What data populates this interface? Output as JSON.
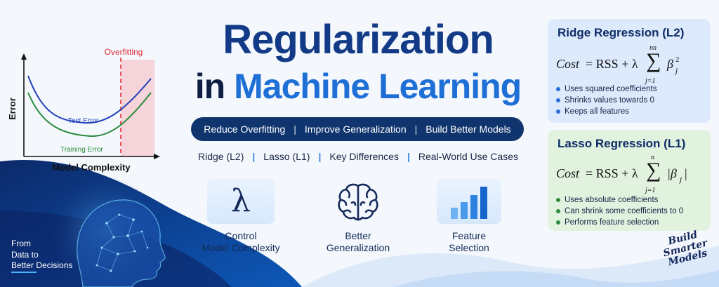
{
  "title": {
    "line1": "Regularization",
    "line2_part1": "in",
    "line2_part2": "Machine Learning"
  },
  "banner": {
    "items": [
      "Reduce Overfitting",
      "Improve Generalization",
      "Build Better Models"
    ],
    "separator": "|"
  },
  "topics": {
    "items": [
      "Ridge (L2)",
      "Lasso (L1)",
      "Key Differences",
      "Real-World Use Cases"
    ],
    "separator": "|"
  },
  "chart_data": {
    "type": "line",
    "title": "Overfitting",
    "xlabel": "Model Complexity",
    "ylabel": "Error",
    "series": [
      {
        "name": "Test Error",
        "color": "#2340b8"
      },
      {
        "name": "Training Error",
        "color": "#2a8a3a"
      }
    ],
    "annotations": [
      "Overfitting"
    ],
    "grid": false
  },
  "features": [
    {
      "icon": "lambda-icon",
      "glyph": "λ",
      "label_line1": "Control",
      "label_line2": "Model Complexity"
    },
    {
      "icon": "brain-icon",
      "label_line1": "Better",
      "label_line2": "Generalization"
    },
    {
      "icon": "bar-chart-icon",
      "label_line1": "Feature",
      "label_line2": "Selection"
    }
  ],
  "ridge": {
    "title": "Ridge Regression (L2)",
    "formula_lhs": "Cost",
    "formula_mid": "= RSS + λ",
    "sum_top": "nn",
    "sum_bottom": "j=1",
    "term": "β",
    "term_sub": "j",
    "term_sup": "2",
    "bullets": [
      "Uses squared coefficients",
      "Shrinks values towards 0",
      "Keeps all features"
    ],
    "accent": "#2b6fd6"
  },
  "lasso": {
    "title": "Lasso Regression (L1)",
    "formula_lhs": "Cost",
    "formula_mid": "= RSS + λ",
    "sum_top": "n",
    "sum_bottom": "j=1",
    "term": "|β",
    "term_sub": "j",
    "term_end": "|",
    "bullets": [
      "Uses absolute coefficients",
      "Can shrink some coefficients to 0",
      "Performs feature selection"
    ],
    "accent": "#2e8a3c"
  },
  "bottom_left": {
    "line1": "From",
    "line2": "Data to",
    "line3": "Better Decisions"
  },
  "stamp": {
    "line1": "Build",
    "line2": "Smarter",
    "line3": "Models"
  }
}
